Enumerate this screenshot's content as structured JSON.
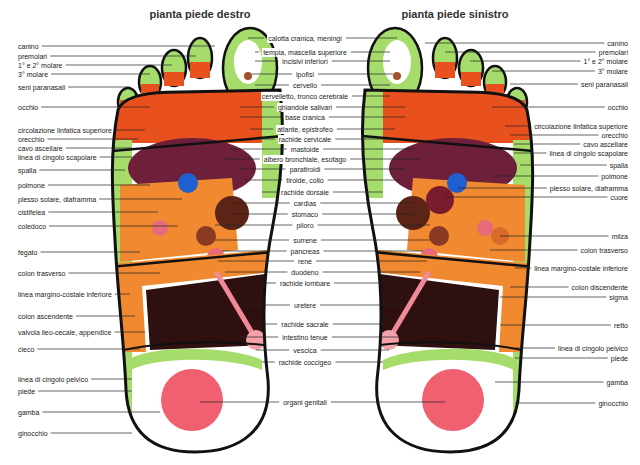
{
  "diagram": {
    "labels": [
      "pianta piede destro",
      "pianta piede sinistro",
      "canino",
      "premolari",
      "1° e 2° molare",
      "3° molare",
      "seni paranasali",
      "occhio",
      "circolazione linfatica superiore",
      "orecchio",
      "cavo ascellare",
      "linea di cingolo scapolare",
      "spalla",
      "polmone",
      "plesso solare, diaframma",
      "cistifelea",
      "coledoco",
      "fegato",
      "colon trasverso",
      "linea margino-costale inferiore",
      "colon ascendente",
      "valvola ileo-cecale, appendice",
      "cieco",
      "linea di cingolo pelvico",
      "piede",
      "gamba",
      "ginocchio",
      "calotta cranica, meningi",
      "tempia, mascella superiore",
      "incisivi inferiori",
      "ipofisi",
      "cervello",
      "cervelletto, tronco cerebrale",
      "ghiandole salivari",
      "base cranica",
      "atlante, epistrofeo",
      "rachide cervicale",
      "mastoide",
      "albero bronchiale, esofago",
      "paratiroidi",
      "tiroide, collo",
      "rachide dorsale",
      "cardias",
      "stomaco",
      "piloro",
      "surrene",
      "pancreas",
      "rene",
      "duodeno",
      "rachide lombare",
      "uretere",
      "rachide sacrale",
      "intestino tenue",
      "vescica",
      "rachide coccigeo",
      "organi genitali",
      "canino",
      "premolari",
      "1° e 2° molare",
      "3° molare",
      "seni paranasali",
      "occhio",
      "circolazione linfatica superiore",
      "orecchio",
      "cavo ascellare",
      "linea di cingolo scapolare",
      "spalla",
      "polmone",
      "plesso solare, diaframma",
      "cuore",
      "milza",
      "colon trasverso",
      "linea margino-costale inferiore",
      "colon discendente",
      "sigma",
      "retto",
      "linea di cingolo pelvico",
      "piede",
      "gamba",
      "ginocchio"
    ]
  }
}
